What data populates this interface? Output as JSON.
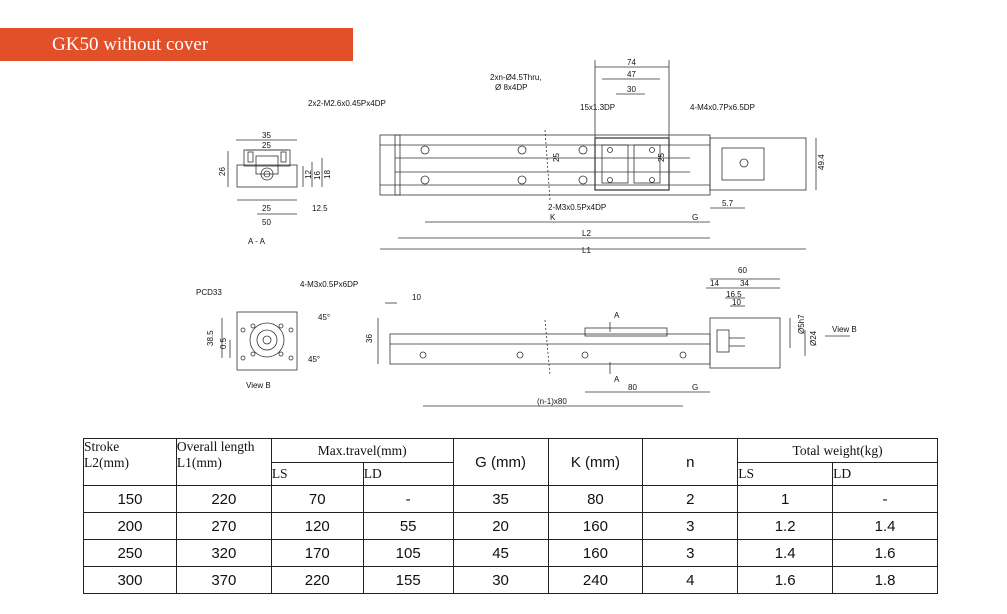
{
  "header": {
    "title": "GK50 without cover"
  },
  "drawing": {
    "section_label": "A - A",
    "view_label": "View B",
    "view_arrow_label": "View B",
    "left_top": {
      "dim35": "35",
      "dim25": "25",
      "dim26": "26",
      "dim12": "12",
      "dim16": "16",
      "dim18": "18",
      "dim25b": "25",
      "dim12_5": "12.5",
      "dim50": "50"
    },
    "top_view": {
      "note_holes": "2xn-Ø4.5Thru,",
      "note_holes2": "Ø 8x4DP",
      "note_m26": "2x2-M2.6x0.45Px4DP",
      "note_m4": "4-M4x0.7Px6.5DP",
      "note_m3": "2-M3x0.5Px4DP",
      "note_15": "15x1.3DP",
      "dim74": "74",
      "dim47": "47",
      "dim30": "30",
      "dim25a": "25",
      "dim25b": "25",
      "dim49_4": "49.4",
      "dim5_7": "5.7",
      "K": "K",
      "G": "G",
      "L2": "L2",
      "L1": "L1"
    },
    "left_bottom": {
      "pcd": "PCD33",
      "m3": "4-M3x0.5Px6DP",
      "dim38_5": "38.5",
      "dim0_5": "0.5",
      "ang45a": "45°",
      "ang45b": "45°"
    },
    "side_view": {
      "dim10": "10",
      "dim36": "36",
      "dim60": "60",
      "dim14": "14",
      "dim34": "34",
      "dim16_5": "16.5",
      "dim10b": "10",
      "dim5h7": "Ø5h7",
      "dim24": "Ø24",
      "A_top": "A",
      "A_bot": "A",
      "dim80": "80",
      "G": "G",
      "n80": "(n-1)x80"
    }
  },
  "table": {
    "headers": {
      "stroke": "Stroke",
      "stroke_unit": "L2(mm)",
      "overall": "Overall length",
      "overall_unit": "L1(mm)",
      "travel": "Max.travel(mm)",
      "g": "G (mm)",
      "k": "K (mm)",
      "n": "n",
      "weight": "Total weight(kg)",
      "ls": "LS",
      "ld": "LD",
      "ls2": "LS",
      "ld2": "LD"
    },
    "rows": [
      {
        "stroke": "150",
        "overall": "220",
        "ls": "70",
        "ld": "-",
        "g": "35",
        "k": "80",
        "n": "2",
        "wls": "1",
        "wld": "-"
      },
      {
        "stroke": "200",
        "overall": "270",
        "ls": "120",
        "ld": "55",
        "g": "20",
        "k": "160",
        "n": "3",
        "wls": "1.2",
        "wld": "1.4"
      },
      {
        "stroke": "250",
        "overall": "320",
        "ls": "170",
        "ld": "105",
        "g": "45",
        "k": "160",
        "n": "3",
        "wls": "1.4",
        "wld": "1.6"
      },
      {
        "stroke": "300",
        "overall": "370",
        "ls": "220",
        "ld": "155",
        "g": "30",
        "k": "240",
        "n": "4",
        "wls": "1.6",
        "wld": "1.8"
      }
    ]
  }
}
